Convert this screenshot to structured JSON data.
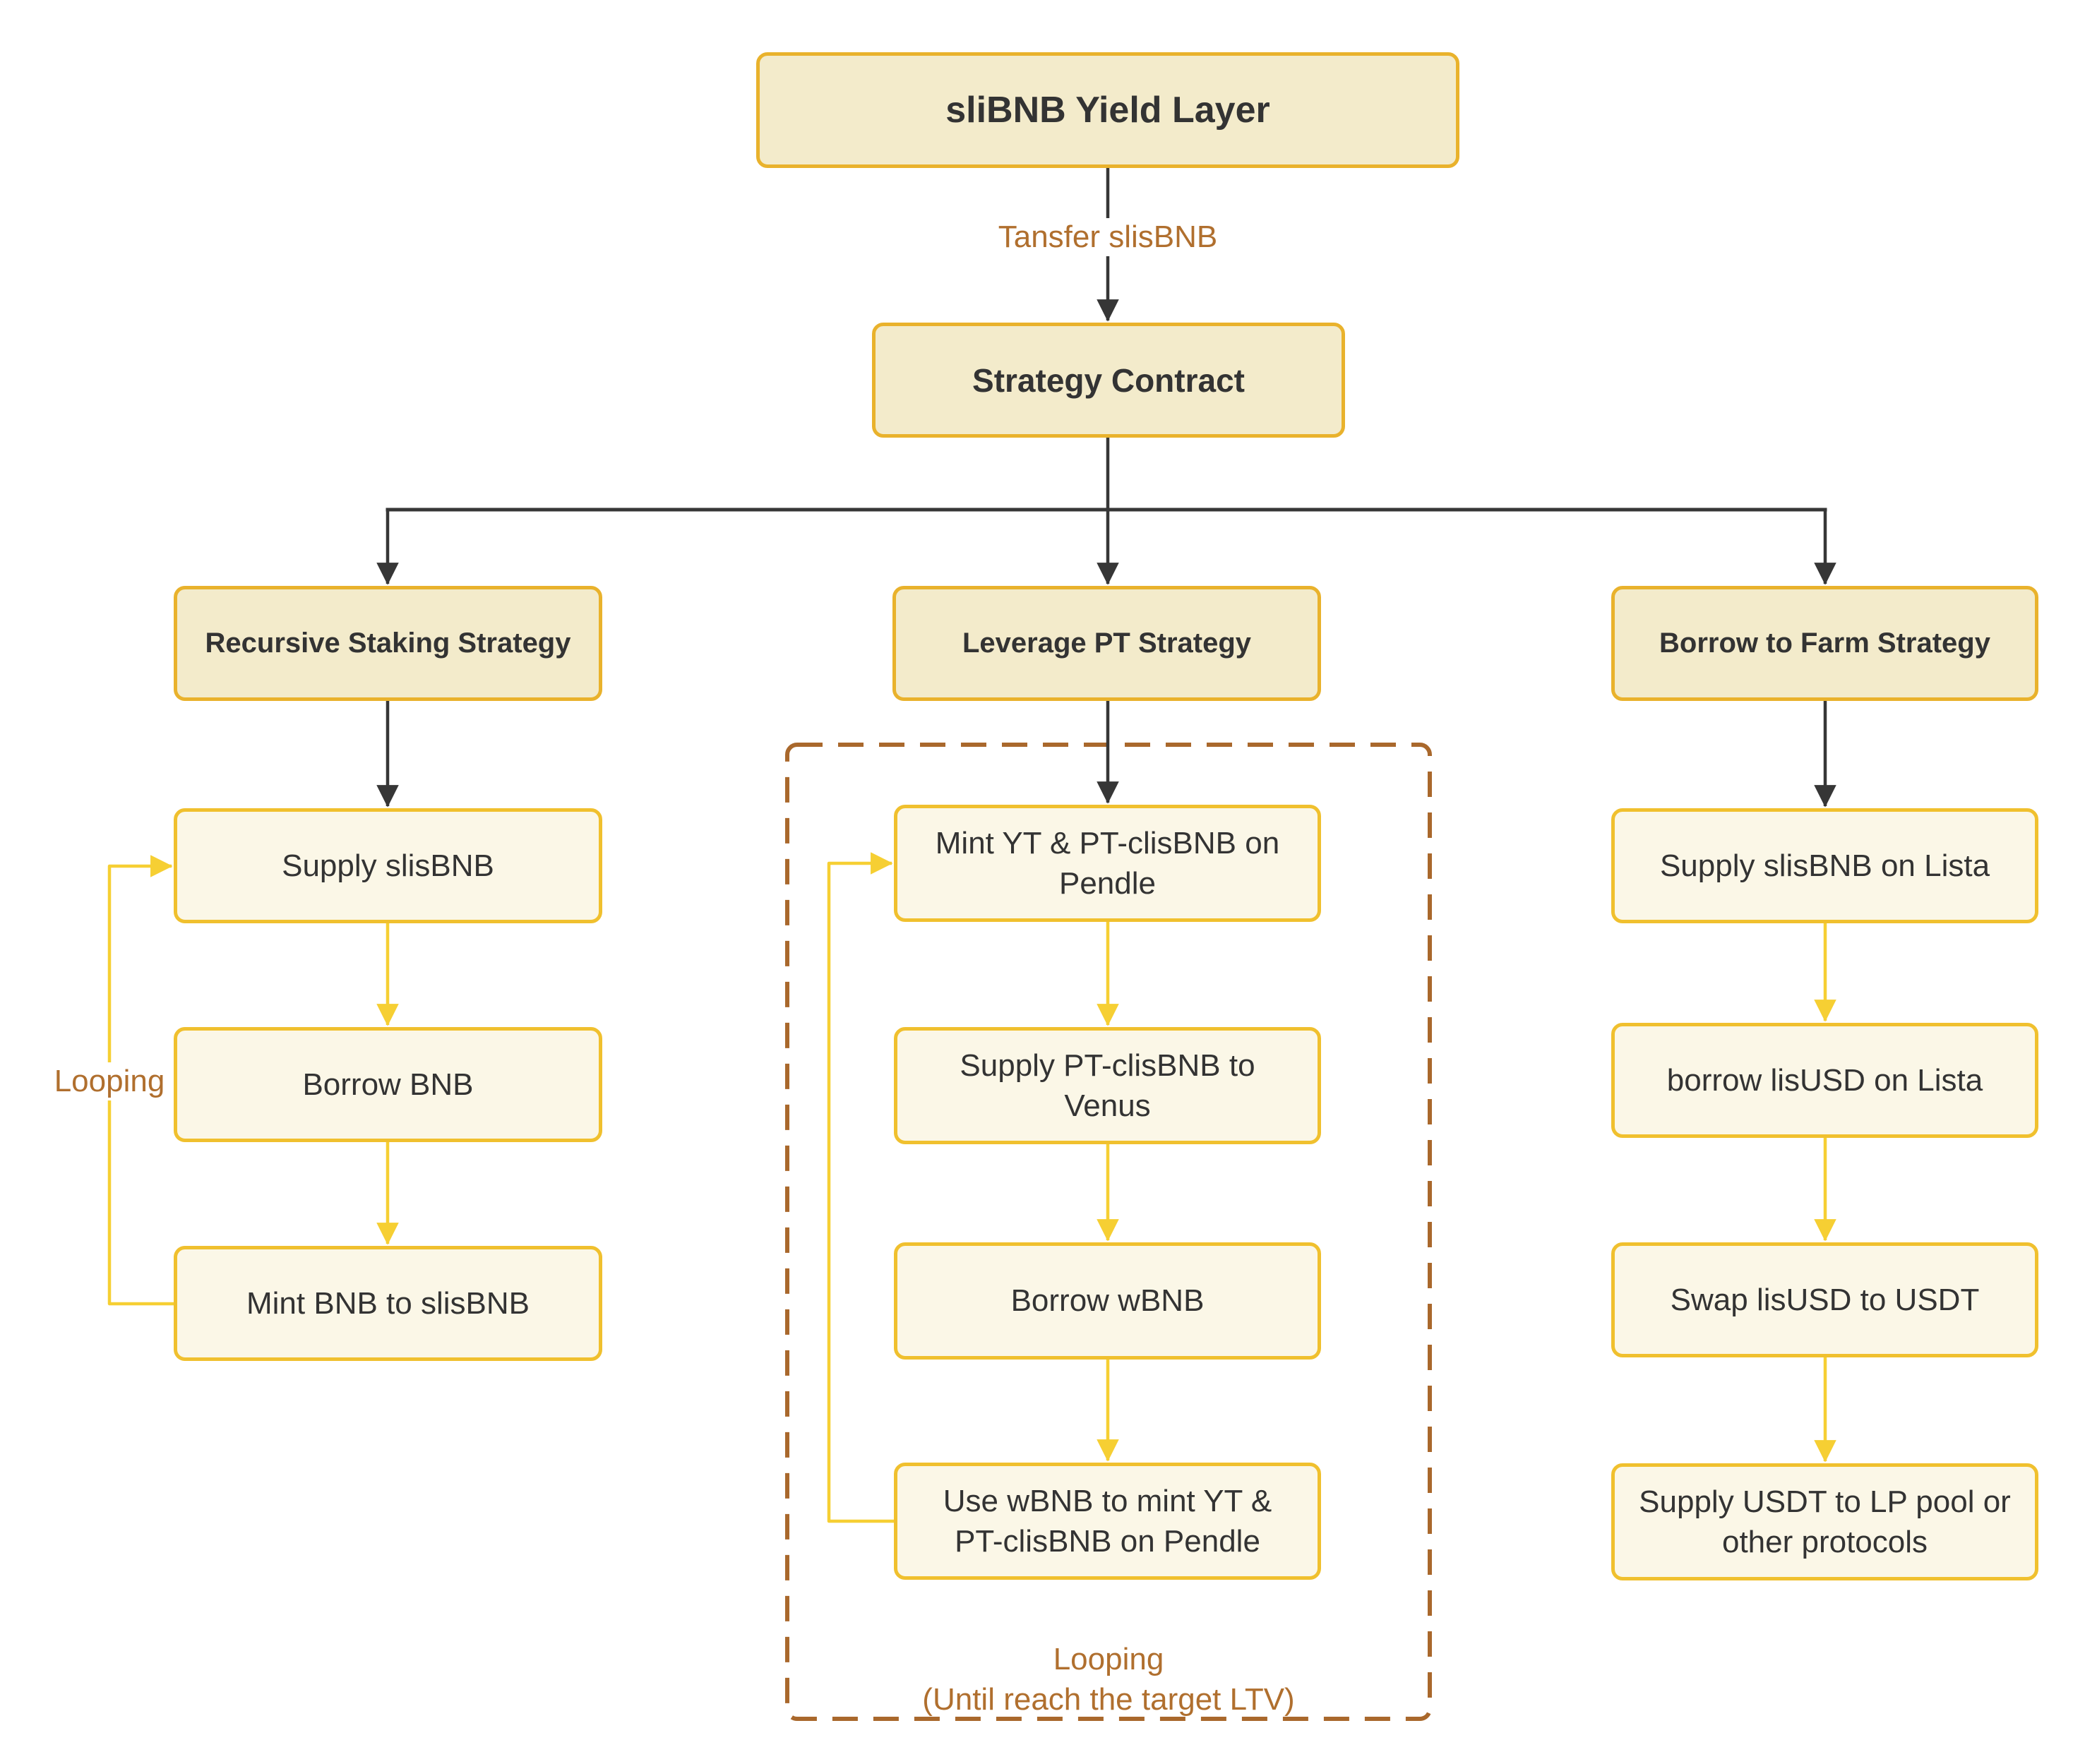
{
  "colors": {
    "background": "#ffffff",
    "header_fill": "#f3ebcb",
    "header_border": "#e9b22c",
    "step_fill": "#fbf7e7",
    "step_border": "#f0c02e",
    "dark_edge": "#363636",
    "yellow_edge": "#f6cf33",
    "brown_label": "#b06f2e",
    "brown_dash": "#a9682c",
    "node_text": "#333333"
  },
  "nodes": {
    "yield_layer": "sliBNB Yield Layer",
    "strategy_contract": "Strategy Contract",
    "recursive_staking_header": "Recursive Staking Strategy",
    "leverage_pt_header": "Leverage PT Strategy",
    "borrow_to_farm_header": "Borrow to Farm Strategy",
    "supply_slisbnb": "Supply slisBNB",
    "borrow_bnb": "Borrow BNB",
    "mint_bnb_to_slisbnb": "Mint BNB to slisBNB",
    "mint_yt_pt": "Mint YT & PT-clisBNB on Pendle",
    "supply_pt_venus": "Supply PT-clisBNB to Venus",
    "borrow_wbnb": "Borrow wBNB",
    "use_wbnb_mint": "Use wBNB to mint YT & PT-clisBNB on Pendle",
    "supply_slisbnb_lista": "Supply slisBNB on Lista",
    "borrow_lisusd_lista": "borrow lisUSD on Lista",
    "swap_lisusd_usdt": "Swap lisUSD to USDT",
    "supply_usdt_lp": "Supply USDT to LP pool or other protocols"
  },
  "edge_labels": {
    "transfer_slisbnb": "Tansfer slisBNB",
    "left_looping": "Looping",
    "center_looping_line1": "Looping",
    "center_looping_line2": "(Until reach the target LTV)"
  }
}
